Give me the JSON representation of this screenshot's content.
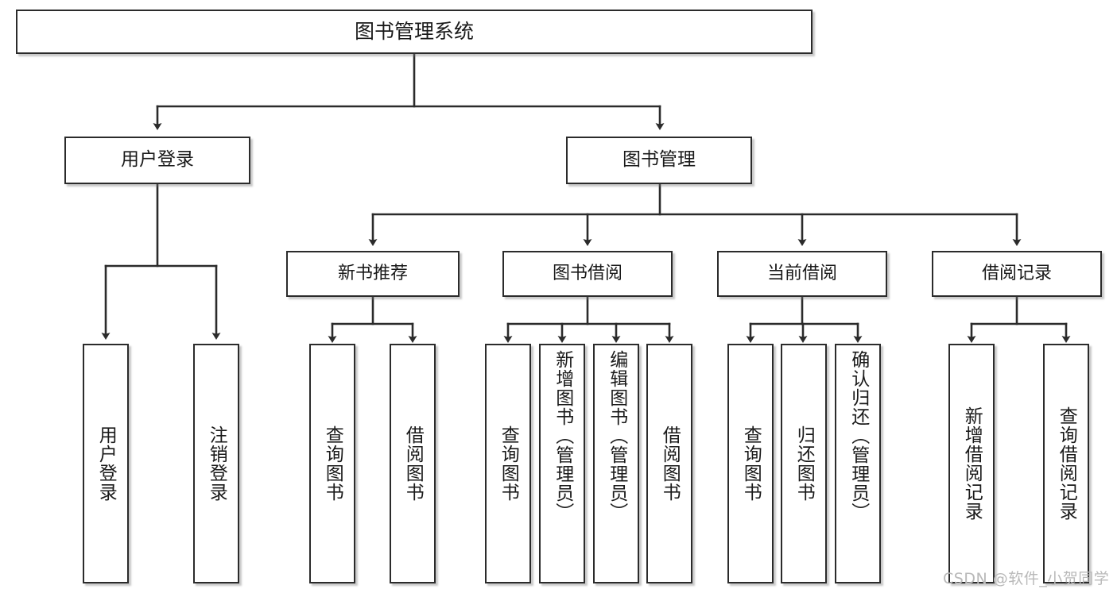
{
  "diagram": {
    "type": "tree",
    "title": "图书管理系统",
    "root": {
      "label": "图书管理系统"
    },
    "level1": [
      {
        "label": "用户登录"
      },
      {
        "label": "图书管理"
      }
    ],
    "level2": [
      {
        "label": "新书推荐"
      },
      {
        "label": "图书借阅"
      },
      {
        "label": "当前借阅"
      },
      {
        "label": "借阅记录"
      }
    ],
    "leaves": {
      "user_login": [
        {
          "label": "用户登录"
        },
        {
          "label": "注销登录"
        }
      ],
      "new_book_recommend": [
        {
          "label": "查询图书"
        },
        {
          "label": "借阅图书"
        }
      ],
      "book_borrow": [
        {
          "label": "查询图书"
        },
        {
          "label": "新增图书（管理员）"
        },
        {
          "label": "编辑图书（管理员）"
        },
        {
          "label": "借阅图书"
        }
      ],
      "current_borrow": [
        {
          "label": "查询图书"
        },
        {
          "label": "归还图书"
        },
        {
          "label": "确认归还（管理员）"
        }
      ],
      "borrow_record": [
        {
          "label": "新增借阅记录"
        },
        {
          "label": "查询借阅记录"
        }
      ]
    }
  },
  "watermark": {
    "text": "CSDN @软件_小贺同学"
  },
  "colors": {
    "border": "#2b2b2b",
    "background": "#ffffff",
    "text": "#1a1a1a",
    "connector": "#2b2b2b",
    "watermark": "#b9b9b9"
  }
}
